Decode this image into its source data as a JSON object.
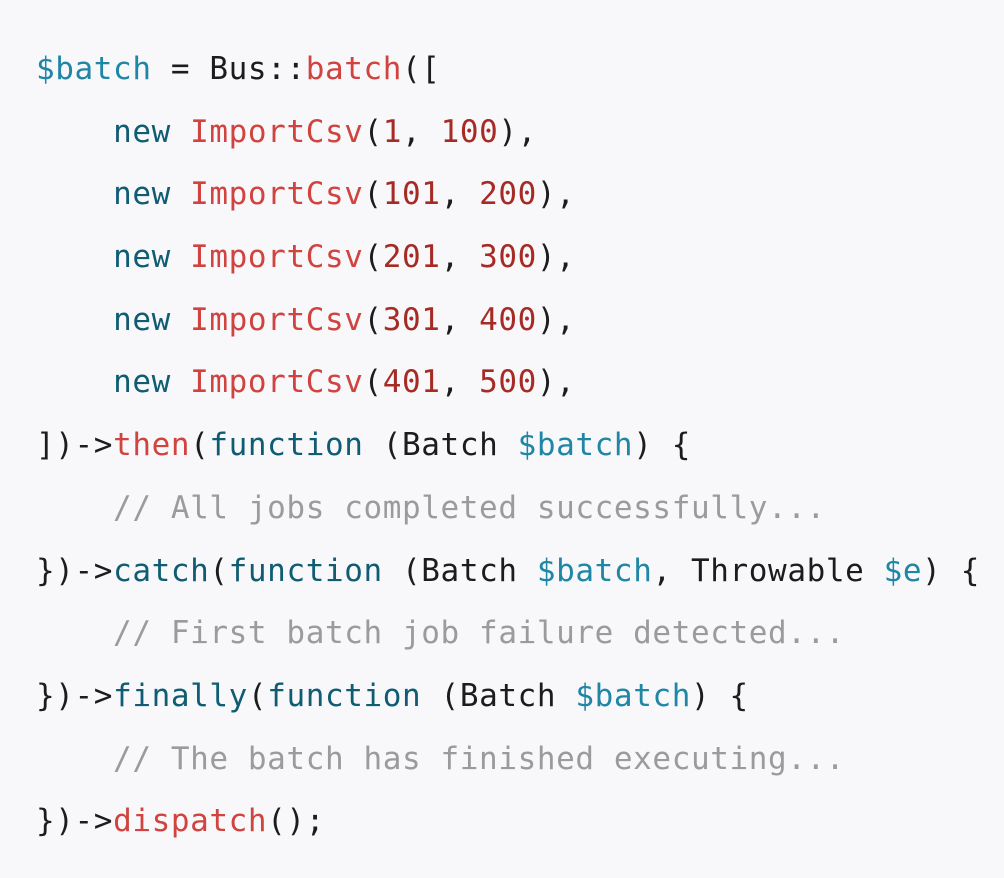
{
  "editor": {
    "lines": [
      [
        {
          "text": "$batch",
          "kind": "var"
        },
        {
          "text": " = Bus::",
          "kind": "plain"
        },
        {
          "text": "batch",
          "kind": "fn"
        },
        {
          "text": "([",
          "kind": "plain"
        }
      ],
      [
        {
          "text": "    ",
          "kind": "plain"
        },
        {
          "text": "new",
          "kind": "kw"
        },
        {
          "text": " ",
          "kind": "plain"
        },
        {
          "text": "ImportCsv",
          "kind": "fn"
        },
        {
          "text": "(",
          "kind": "plain"
        },
        {
          "text": "1",
          "kind": "num"
        },
        {
          "text": ", ",
          "kind": "plain"
        },
        {
          "text": "100",
          "kind": "num"
        },
        {
          "text": "),",
          "kind": "plain"
        }
      ],
      [
        {
          "text": "    ",
          "kind": "plain"
        },
        {
          "text": "new",
          "kind": "kw"
        },
        {
          "text": " ",
          "kind": "plain"
        },
        {
          "text": "ImportCsv",
          "kind": "fn"
        },
        {
          "text": "(",
          "kind": "plain"
        },
        {
          "text": "101",
          "kind": "num"
        },
        {
          "text": ", ",
          "kind": "plain"
        },
        {
          "text": "200",
          "kind": "num"
        },
        {
          "text": "),",
          "kind": "plain"
        }
      ],
      [
        {
          "text": "    ",
          "kind": "plain"
        },
        {
          "text": "new",
          "kind": "kw"
        },
        {
          "text": " ",
          "kind": "plain"
        },
        {
          "text": "ImportCsv",
          "kind": "fn"
        },
        {
          "text": "(",
          "kind": "plain"
        },
        {
          "text": "201",
          "kind": "num"
        },
        {
          "text": ", ",
          "kind": "plain"
        },
        {
          "text": "300",
          "kind": "num"
        },
        {
          "text": "),",
          "kind": "plain"
        }
      ],
      [
        {
          "text": "    ",
          "kind": "plain"
        },
        {
          "text": "new",
          "kind": "kw"
        },
        {
          "text": " ",
          "kind": "plain"
        },
        {
          "text": "ImportCsv",
          "kind": "fn"
        },
        {
          "text": "(",
          "kind": "plain"
        },
        {
          "text": "301",
          "kind": "num"
        },
        {
          "text": ", ",
          "kind": "plain"
        },
        {
          "text": "400",
          "kind": "num"
        },
        {
          "text": "),",
          "kind": "plain"
        }
      ],
      [
        {
          "text": "    ",
          "kind": "plain"
        },
        {
          "text": "new",
          "kind": "kw"
        },
        {
          "text": " ",
          "kind": "plain"
        },
        {
          "text": "ImportCsv",
          "kind": "fn"
        },
        {
          "text": "(",
          "kind": "plain"
        },
        {
          "text": "401",
          "kind": "num"
        },
        {
          "text": ", ",
          "kind": "plain"
        },
        {
          "text": "500",
          "kind": "num"
        },
        {
          "text": "),",
          "kind": "plain"
        }
      ],
      [
        {
          "text": "])->",
          "kind": "plain"
        },
        {
          "text": "then",
          "kind": "fn"
        },
        {
          "text": "(",
          "kind": "plain"
        },
        {
          "text": "function",
          "kind": "kw"
        },
        {
          "text": " (Batch ",
          "kind": "plain"
        },
        {
          "text": "$batch",
          "kind": "var"
        },
        {
          "text": ") {",
          "kind": "plain"
        }
      ],
      [
        {
          "text": "    // All jobs completed successfully...",
          "kind": "comment"
        }
      ],
      [
        {
          "text": "})->",
          "kind": "plain"
        },
        {
          "text": "catch",
          "kind": "kw"
        },
        {
          "text": "(",
          "kind": "plain"
        },
        {
          "text": "function",
          "kind": "kw"
        },
        {
          "text": " (Batch ",
          "kind": "plain"
        },
        {
          "text": "$batch",
          "kind": "var"
        },
        {
          "text": ", Throwable ",
          "kind": "plain"
        },
        {
          "text": "$e",
          "kind": "var"
        },
        {
          "text": ") {",
          "kind": "plain"
        }
      ],
      [
        {
          "text": "    // First batch job failure detected...",
          "kind": "comment"
        }
      ],
      [
        {
          "text": "})->",
          "kind": "plain"
        },
        {
          "text": "finally",
          "kind": "kw"
        },
        {
          "text": "(",
          "kind": "plain"
        },
        {
          "text": "function",
          "kind": "kw"
        },
        {
          "text": " (Batch ",
          "kind": "plain"
        },
        {
          "text": "$batch",
          "kind": "var"
        },
        {
          "text": ") {",
          "kind": "plain"
        }
      ],
      [
        {
          "text": "    // The batch has finished executing...",
          "kind": "comment"
        }
      ],
      [
        {
          "text": "})->",
          "kind": "plain"
        },
        {
          "text": "dispatch",
          "kind": "fn"
        },
        {
          "text": "();",
          "kind": "plain"
        }
      ]
    ]
  }
}
